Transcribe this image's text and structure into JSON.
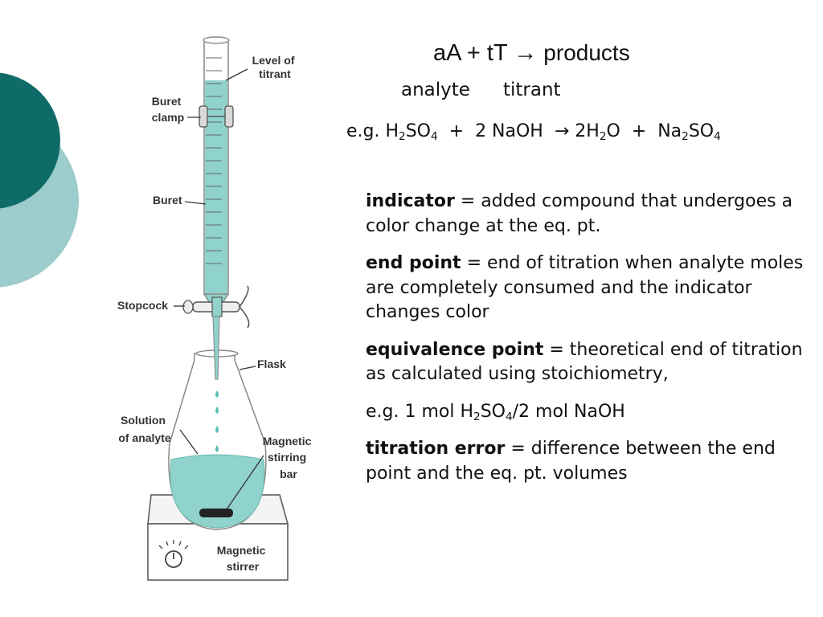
{
  "equation": {
    "lhs": "aA + tT",
    "arrow": "→",
    "rhs": "products",
    "analyte_caption": "analyte",
    "titrant_caption": "titrant"
  },
  "example": {
    "lead": "e.g. H",
    "sub1": "2",
    "mid1": "SO",
    "sub2": "4",
    "mid2": "  +  2 NaOH  → 2H",
    "sub3": "2",
    "mid3": "O  +  Na",
    "sub4": "2",
    "mid4": "SO",
    "sub5": "4"
  },
  "definitions": [
    {
      "term": "indicator",
      "text": " = added compound that undergoes a color change at the eq. pt."
    },
    {
      "term": "end point",
      "text": " = end of titration when analyte moles are completely consumed and the indicator changes color"
    },
    {
      "term": "equivalence point",
      "text": " = theoretical end of titration as calculated using stoichiometry,"
    },
    {
      "term": "titration error",
      "text": " = difference between the end point and the eq. pt. volumes"
    }
  ],
  "mole_ratio": {
    "lead": "e.g. 1 mol H",
    "sub1": "2",
    "mid": "SO",
    "sub2": "4",
    "tail": "/2 mol NaOH"
  },
  "diagram": {
    "labels": {
      "level_line1": "Level of",
      "level_line2": "titrant",
      "clamp_line1": "Buret",
      "clamp_line2": "clamp",
      "buret": "Buret",
      "stopcock": "Stopcock",
      "flask": "Flask",
      "solution_line1": "Solution",
      "solution_line2": "of analyte",
      "bar_line1": "Magnetic",
      "bar_line2": "stirring",
      "bar_line3": "bar",
      "stirrer_line1": "Magnetic",
      "stirrer_line2": "stirrer"
    }
  },
  "colors": {
    "deco_dark": "#0e6b68",
    "deco_light": "#9ccccb",
    "liquid": "#8fd3cc",
    "liquid_dark": "#5fbfb6"
  }
}
